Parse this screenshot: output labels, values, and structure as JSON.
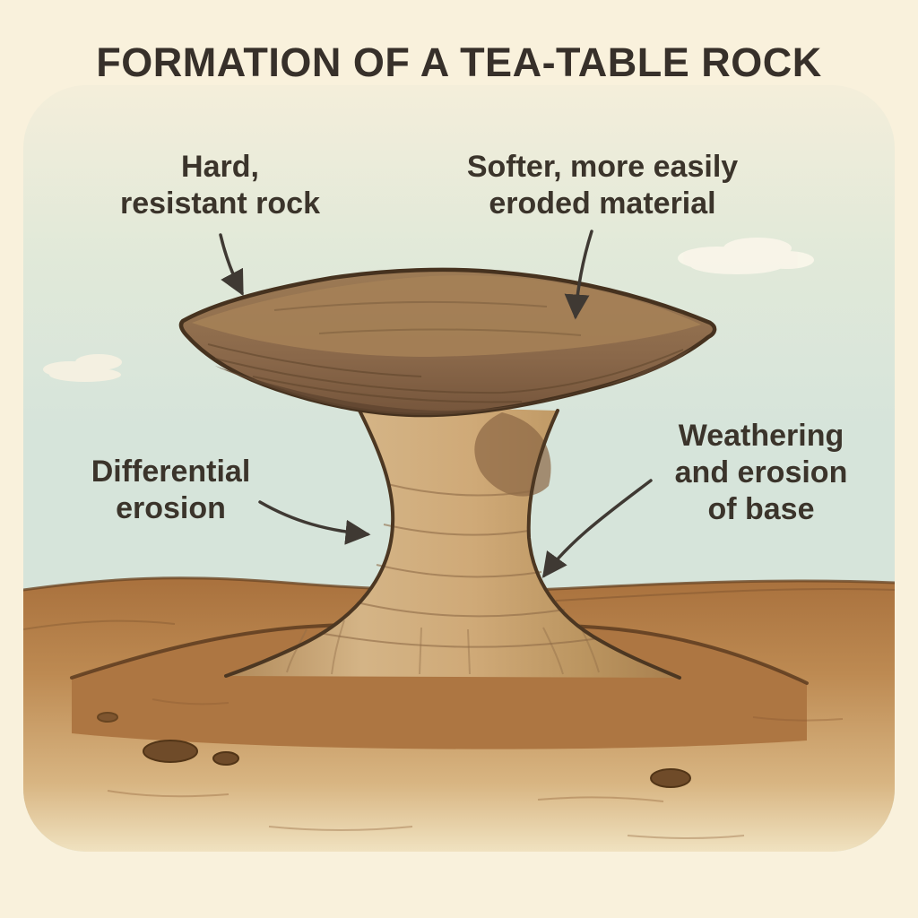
{
  "title": "FORMATION OF A TEA-TABLE ROCK",
  "labels": {
    "hard": {
      "line1": "Hard,",
      "line2": "resistant rock"
    },
    "soft": {
      "line1": "Softer, more easily",
      "line2": "eroded material"
    },
    "differential": {
      "line1": "Differential",
      "line2": "erosion"
    },
    "weathering": {
      "line1": "Weathering",
      "line2": "and erosion",
      "line3": "of base"
    }
  },
  "icons": {
    "arrow_hard": "curved-arrow-icon",
    "arrow_soft": "curved-arrow-icon",
    "arrow_differential": "curved-arrow-icon",
    "arrow_weathering": "curved-arrow-icon"
  },
  "colors": {
    "background": "#f9f1dc",
    "sky": "#d6e4da",
    "ground": "#b17b46",
    "mound": "#ad7642",
    "cap_rock": "#8d6b4a",
    "cap_underside": "#5f4530",
    "pedestal": "#c9a97a",
    "outline": "#4a3623",
    "text": "#3a332a",
    "arrow": "#3f3933",
    "cloud": "#faf6ea"
  }
}
